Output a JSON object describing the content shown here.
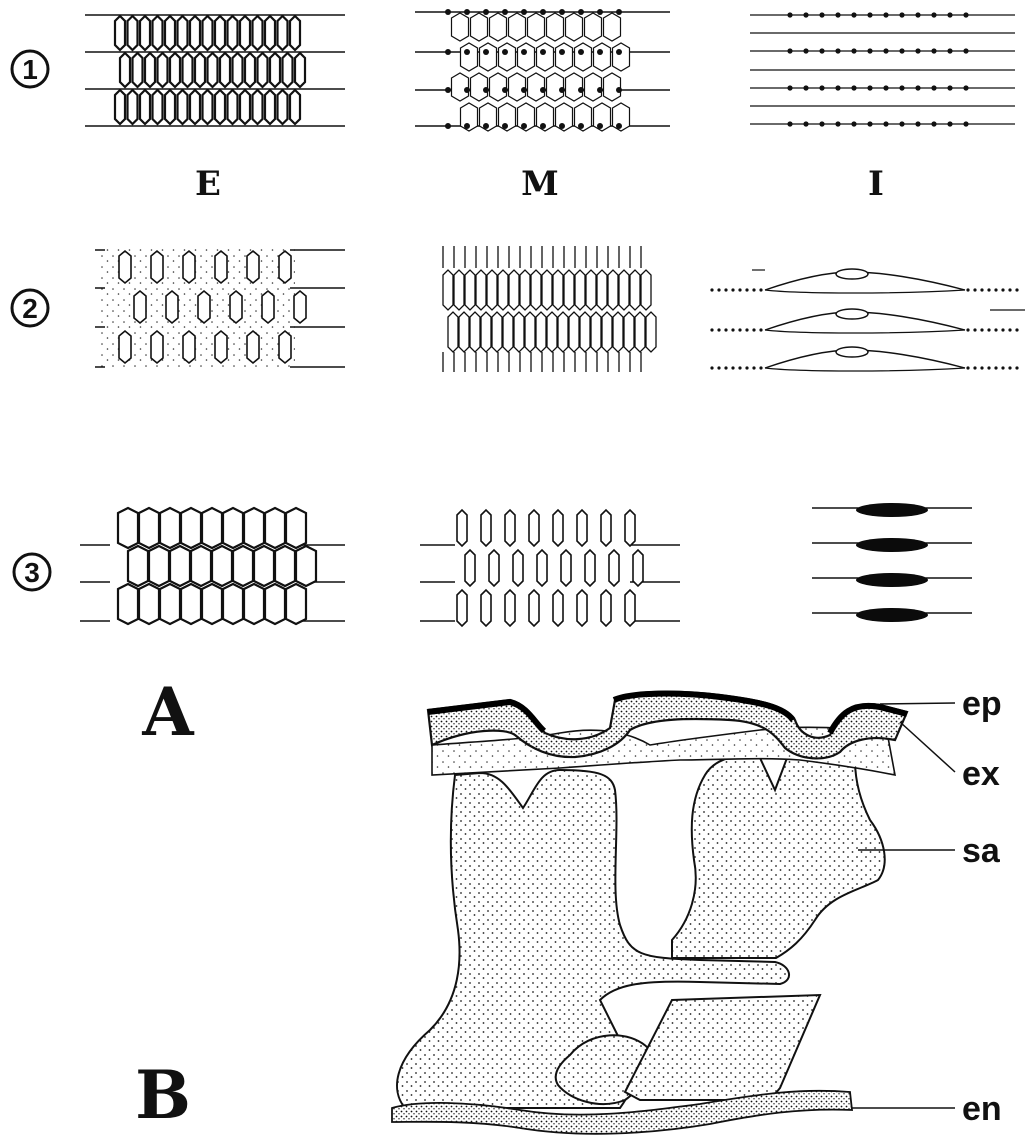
{
  "row_labels": [
    "①",
    "②",
    "③"
  ],
  "column_labels": [
    "E",
    "M",
    "I"
  ],
  "panel_labels": [
    "A",
    "B"
  ],
  "structure_labels": [
    "ep",
    "ex",
    "sa",
    "en"
  ]
}
